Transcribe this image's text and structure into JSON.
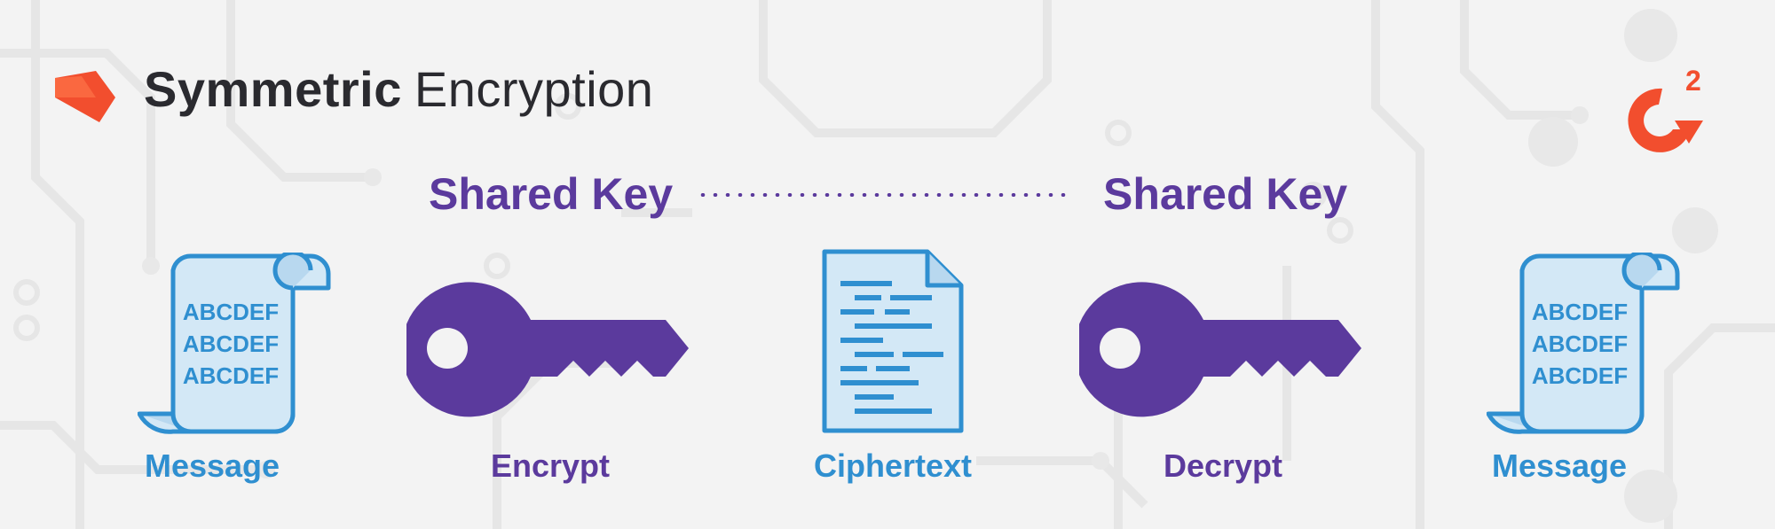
{
  "title": {
    "bold": "Symmetric",
    "light": "Encryption"
  },
  "shared_key_left": "Shared Key",
  "shared_key_right": "Shared Key",
  "steps": {
    "message_in": {
      "label": "Message",
      "lines": [
        "ABCDEF",
        "ABCDEF",
        "ABCDEF"
      ]
    },
    "encrypt": {
      "label": "Encrypt"
    },
    "ciphertext": {
      "label": "Ciphertext"
    },
    "decrypt": {
      "label": "Decrypt"
    },
    "message_out": {
      "label": "Message",
      "lines": [
        "ABCDEF",
        "ABCDEF",
        "ABCDEF"
      ]
    }
  },
  "colors": {
    "purple": "#5b3a9d",
    "blue": "#2f8fd0",
    "blue_light": "#d3e8f6",
    "orange": "#f24e2e",
    "title": "#2a2a2f",
    "background": "#f3f3f3"
  },
  "icons": [
    "brand-logo-icon",
    "g2-logo-icon",
    "scroll-icon",
    "key-icon",
    "document-icon"
  ]
}
